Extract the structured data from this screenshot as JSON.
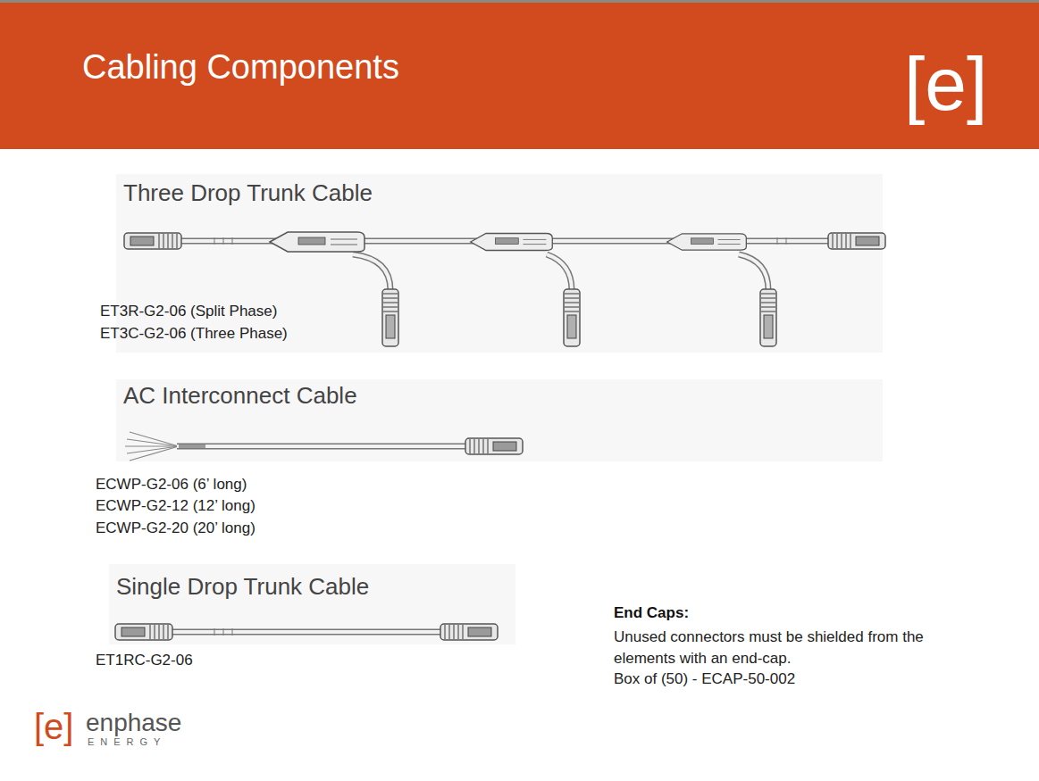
{
  "diagram": {
    "title": "Cabling Components",
    "labels": [
      "[e]",
      "Three Drop Trunk Cable",
      "ET3R-G2-06 (Split Phase)",
      "ET3C-G2-06 (Three Phase)",
      "AC Interconnect Cable",
      "ECWP-G2-06 (6’ long)",
      "ECWP-G2-12 (12’ long)",
      "ECWP-G2-20 (20’ long)",
      "Single Drop Trunk Cable",
      "ET1RC-G2-06",
      "End Caps:",
      "Unused connectors must be shielded from the elements with an end-cap.",
      "Box of (50) - ECAP-50-002",
      "[e]",
      "enphase",
      "ENERGY"
    ]
  }
}
